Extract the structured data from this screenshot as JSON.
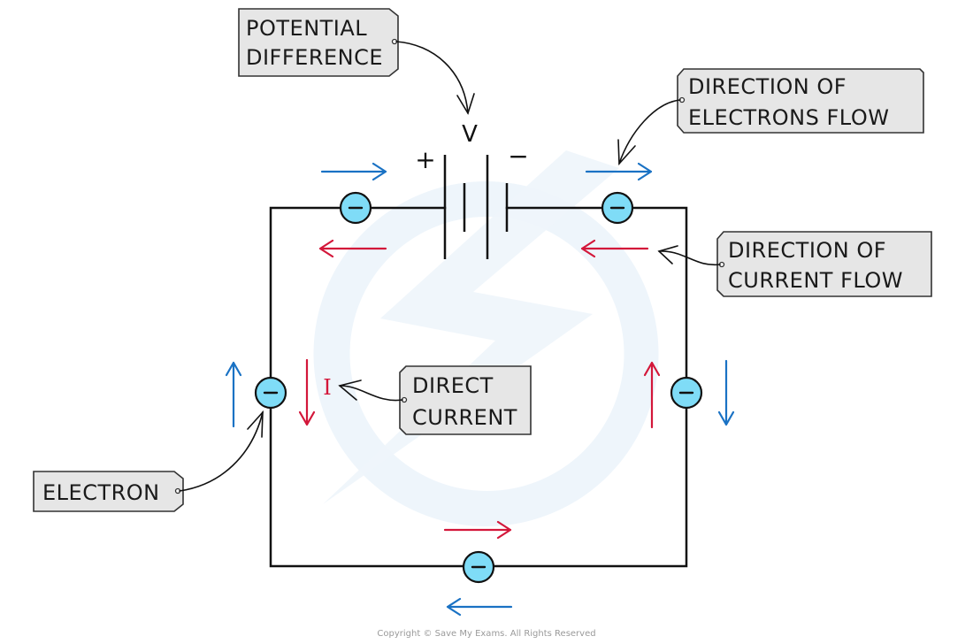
{
  "diagram": {
    "title": "Electron flow and conventional current in a DC circuit",
    "labels": {
      "potential_difference": [
        "POTENTIAL",
        "DIFFERENCE"
      ],
      "electrons_flow": [
        "DIRECTION  OF",
        "ELECTRONS  FLOW"
      ],
      "current_flow": [
        "DIRECTION  OF",
        "CURRENT  FLOW"
      ],
      "direct_current": [
        "DIRECT",
        "CURRENT"
      ],
      "electron": [
        "ELECTRON"
      ]
    },
    "symbols": {
      "voltage": "V",
      "positive": "+",
      "negative": "−",
      "current": "I"
    },
    "colors": {
      "electron_flow": "#1a72c4",
      "current_flow": "#d3173a",
      "electron_fill": "#7fdcf7",
      "tag_fill": "#e6e6e6",
      "wire": "#111111"
    },
    "electron_count": 5,
    "copyright": "Copyright © Save My Exams. All Rights Reserved"
  }
}
